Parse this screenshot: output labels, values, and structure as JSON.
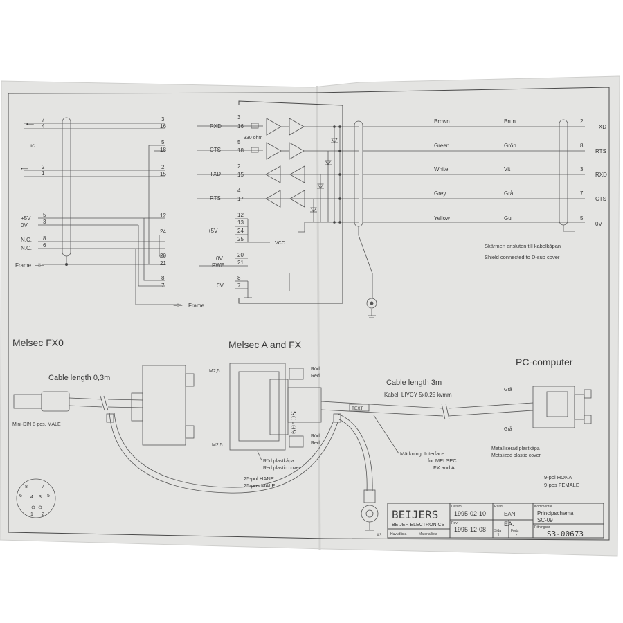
{
  "colors": {
    "paper": "#e4e4e2",
    "ink": "#3a3a3a",
    "background": "#ffffff"
  },
  "left_connector": {
    "pins_top": [
      "7",
      "4",
      "2",
      "1"
    ],
    "pins_power": [
      "5",
      "3",
      "8",
      "6"
    ],
    "power_labels": [
      "+5V",
      "0V",
      "N.C.",
      "N.C."
    ],
    "right_pins": [
      "3",
      "16",
      "5",
      "18",
      "2",
      "15",
      "12",
      "24",
      "20",
      "21",
      "8",
      "7"
    ],
    "frame_label": "Frame",
    "frame_label_bottom": "Frame"
  },
  "center_block": {
    "rxd": {
      "label": "RXD",
      "pins": [
        "3",
        "16"
      ]
    },
    "cts": {
      "label": "CTS",
      "pins": [
        "5",
        "18"
      ]
    },
    "txd": {
      "label": "TXD",
      "pins": [
        "2",
        "15"
      ]
    },
    "rts": {
      "label": "RTS",
      "pins": [
        "4",
        "17"
      ]
    },
    "resistor_label": "330 ohm",
    "plus5v_label": "+5V",
    "plus5v_pins": [
      "12",
      "13",
      "24",
      "25"
    ],
    "vcc_label": "VCC",
    "pwe_label": "PWE",
    "zero_v_label": "0V",
    "pwe_pins": [
      "20",
      "21"
    ],
    "zero_v_pins": [
      "8",
      "7"
    ],
    "zero_v_label_2": "0V"
  },
  "cable_colors": [
    {
      "en": "Brown",
      "sv": "Brun",
      "pin": "2",
      "signal": "TXD"
    },
    {
      "en": "Green",
      "sv": "Grön",
      "pin": "8",
      "signal": "RTS"
    },
    {
      "en": "White",
      "sv": "Vit",
      "pin": "3",
      "signal": "RXD"
    },
    {
      "en": "Grey",
      "sv": "Grå",
      "pin": "7",
      "signal": "CTS"
    },
    {
      "en": "Yellow",
      "sv": "Gul",
      "pin": "5",
      "signal": "0V"
    }
  ],
  "shield_note": [
    "Skärmen ansluten till kabelkåpan",
    "Shield connected to D-sub cover"
  ],
  "drawing": {
    "melsec_fx0": "Melsec FX0",
    "melsec_afx": "Melsec A and FX",
    "pc_computer": "PC-computer",
    "cable_03": "Cable length 0,3m",
    "cable_3": "Cable length 3m",
    "cable_type": "Kabel: LIYCY 5x0,25 kvmm",
    "mini_din": "Mini-DIN 8-pos. MALE",
    "m25_top": "M2,5",
    "m25_bottom": "M2,5",
    "rod_top": [
      "Röd",
      "Red"
    ],
    "rod_bottom": [
      "Röd",
      "Red"
    ],
    "sc09": "SC-09",
    "text_tag": "TEXT",
    "red_cover": [
      "Röd plastkåpa",
      "Red plastic cover"
    ],
    "pol25": [
      "25-pol HANE",
      "25-pos MALE"
    ],
    "marking": [
      "Märkning: Interface",
      "for MELSEC",
      "FX and A"
    ],
    "metal_cover": [
      "Metalliserad plastkåpa",
      "Metalized plastic cover"
    ],
    "gra_top": "Grå",
    "gra_bottom": "Grå",
    "pol9": [
      "9-pol HONA",
      "9-pos FEMALE"
    ],
    "din_pins": [
      "8",
      "7",
      "6",
      "5",
      "4",
      "3",
      "1",
      "2"
    ],
    "a3": "A3"
  },
  "title_block": {
    "brand": "BEIJERS",
    "brand_sub": "BEIJER ELECTRONICS",
    "datum_label": "Datum",
    "datum": "1995-02-10",
    "rev_label": "Rev",
    "rev": "1995-12-08",
    "ritad_label": "Ritad",
    "ritad": "EAN",
    "kommentar_label": "Kommentar",
    "kommentar": [
      "Principschema",
      "SC-09"
    ],
    "rit_nr_label": "Ritningsnr",
    "rit_nr": "S3-00673",
    "sida_label": "Sida",
    "sida": "1",
    "forts_label": "Forts",
    "forts": "-",
    "signed": "EA.",
    "huvudlista": "Huvudlista",
    "materiallista": "Materiallista"
  }
}
